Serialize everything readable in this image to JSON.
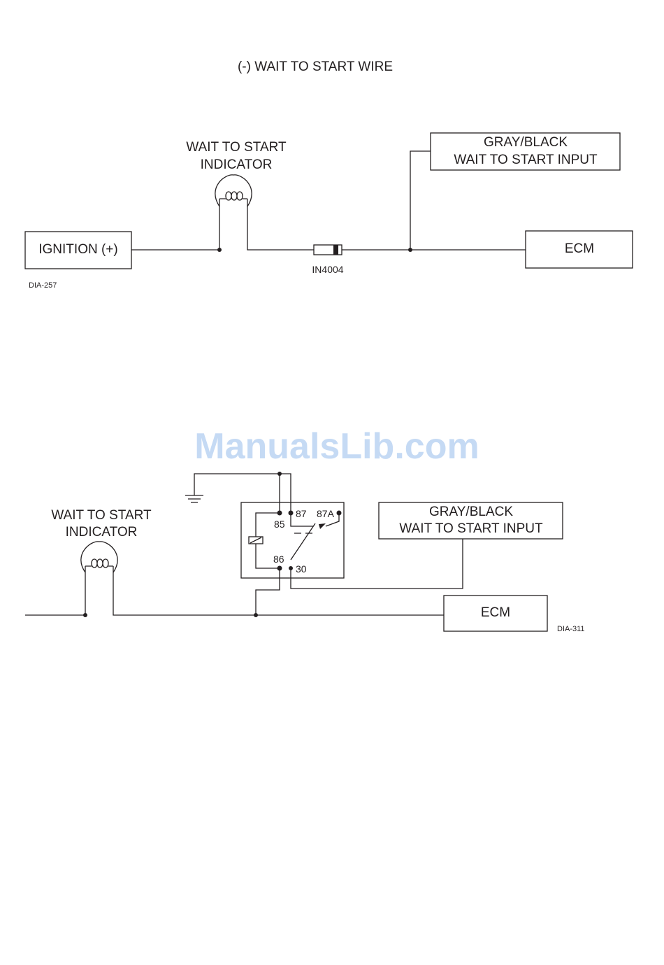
{
  "page_title": "(-) WAIT TO START WIRE",
  "diagram1": {
    "indicator_label_line1": "WAIT TO START",
    "indicator_label_line2": "INDICATOR",
    "ignition_label": "IGNITION (+)",
    "input_label_line1": "GRAY/BLACK",
    "input_label_line2": "WAIT TO START INPUT",
    "ecm_label": "ECM",
    "diode_label": "IN4004",
    "diagram_id": "DIA-257"
  },
  "diagram2": {
    "indicator_label_line1": "WAIT TO START",
    "indicator_label_line2": "INDICATOR",
    "input_label_line1": "GRAY/BLACK",
    "input_label_line2": "WAIT TO START INPUT",
    "ecm_label": "ECM",
    "relay_pin_85": "85",
    "relay_pin_86": "86",
    "relay_pin_87": "87",
    "relay_pin_87a": "87A",
    "relay_pin_30": "30",
    "diagram_id": "DIA-311"
  },
  "watermark": "ManualsLib.com"
}
